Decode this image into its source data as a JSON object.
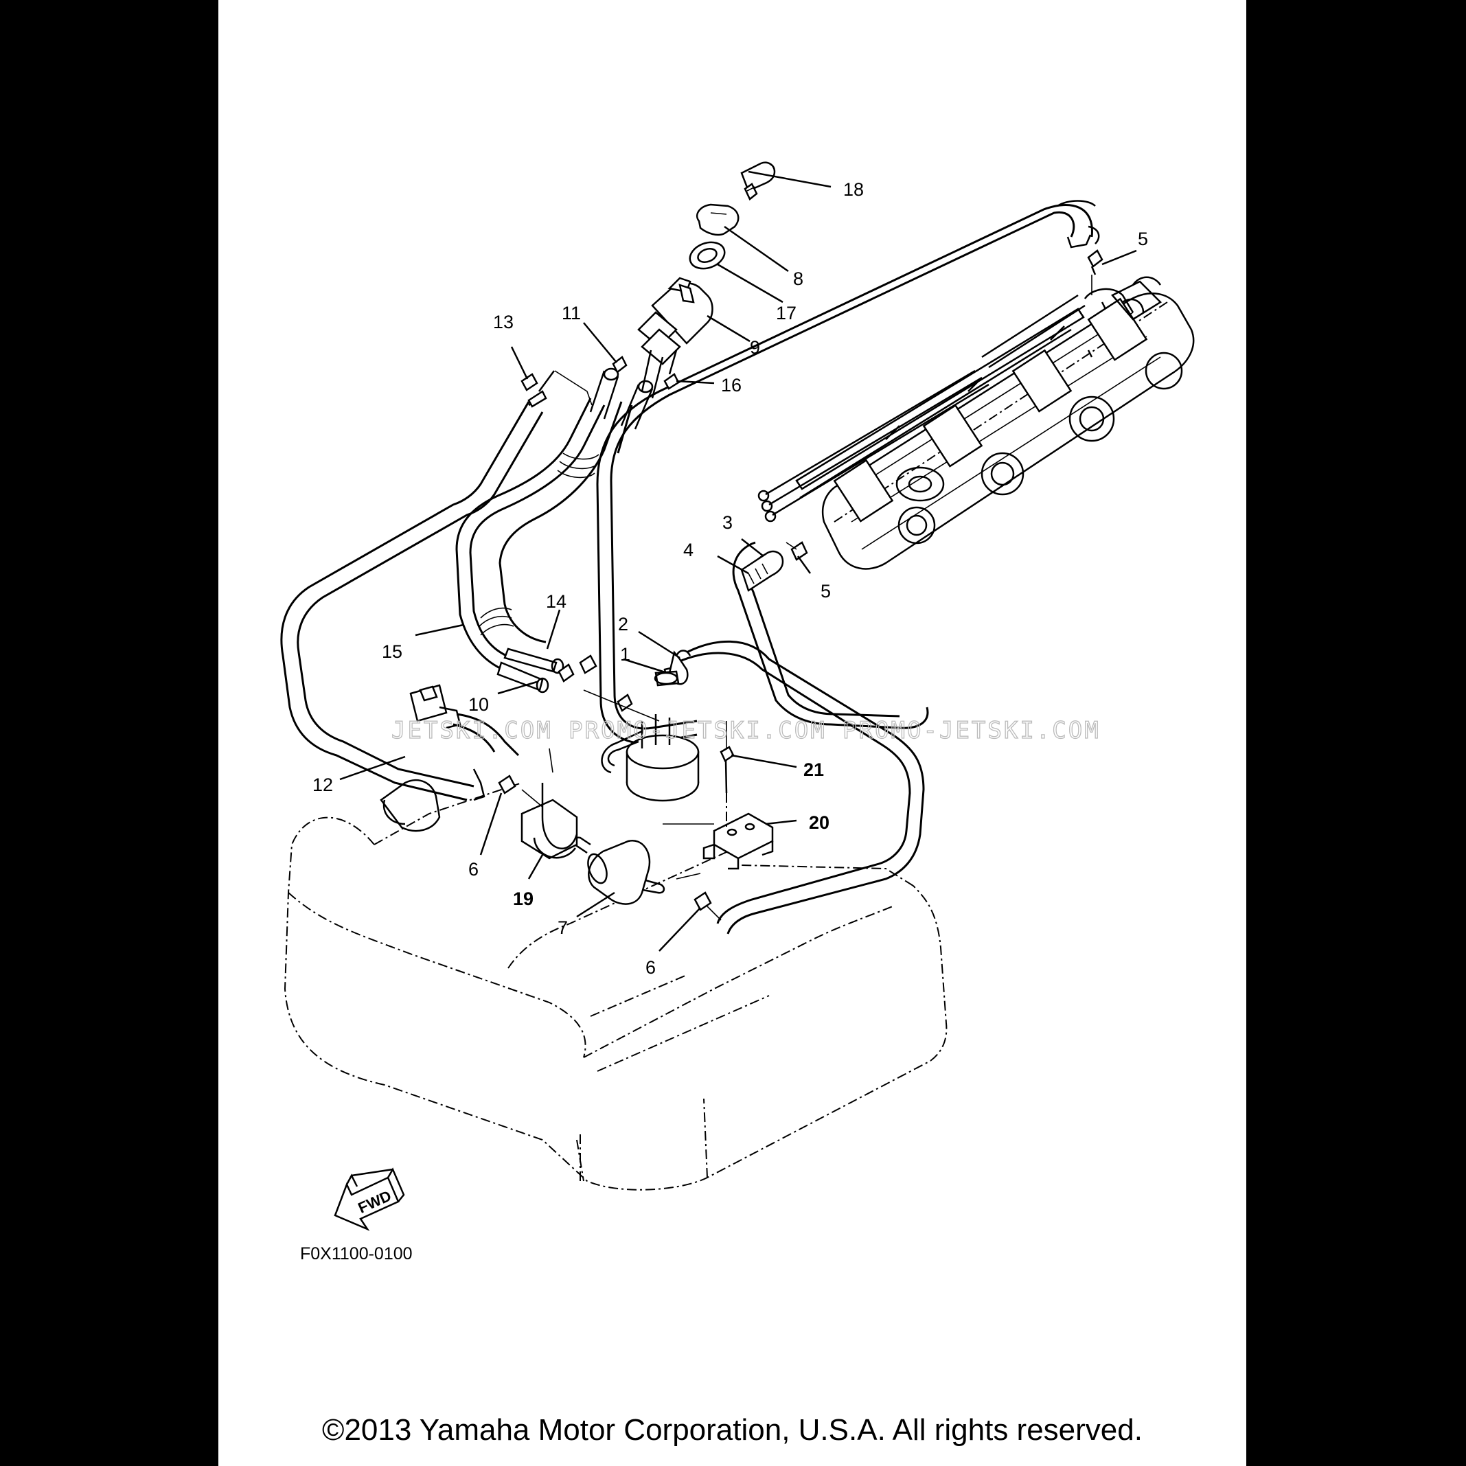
{
  "diagram": {
    "callouts": [
      {
        "id": "1",
        "bold": false
      },
      {
        "id": "2",
        "bold": false
      },
      {
        "id": "3",
        "bold": false
      },
      {
        "id": "4",
        "bold": false
      },
      {
        "id": "5a",
        "label": "5",
        "bold": false
      },
      {
        "id": "5b",
        "label": "5",
        "bold": false
      },
      {
        "id": "6a",
        "label": "6",
        "bold": false
      },
      {
        "id": "6b",
        "label": "6",
        "bold": false
      },
      {
        "id": "7",
        "bold": false
      },
      {
        "id": "8",
        "bold": false
      },
      {
        "id": "9",
        "bold": false
      },
      {
        "id": "10",
        "bold": false
      },
      {
        "id": "11",
        "bold": false
      },
      {
        "id": "12",
        "bold": false
      },
      {
        "id": "13",
        "bold": false
      },
      {
        "id": "14",
        "bold": false
      },
      {
        "id": "15",
        "bold": false
      },
      {
        "id": "16",
        "bold": false
      },
      {
        "id": "17",
        "bold": false
      },
      {
        "id": "18",
        "bold": false
      },
      {
        "id": "19",
        "bold": true
      },
      {
        "id": "20",
        "bold": true
      },
      {
        "id": "21",
        "bold": true
      }
    ],
    "labels": {
      "c1": "1",
      "c2": "2",
      "c3": "3",
      "c4": "4",
      "c5a": "5",
      "c5b": "5",
      "c6a": "6",
      "c6b": "6",
      "c7": "7",
      "c8": "8",
      "c9": "9",
      "c10": "10",
      "c11": "11",
      "c12": "12",
      "c13": "13",
      "c14": "14",
      "c15": "15",
      "c16": "16",
      "c17": "17",
      "c18": "18",
      "c19": "19",
      "c20": "20",
      "c21": "21"
    },
    "fwd_label": "FWD",
    "figure_code": "F0X1100-0100",
    "watermark": "JETSKI.COM  PROMO-JETSKI.COM  PROMO-JETSKI.COM",
    "copyright": "©2013 Yamaha Motor Corporation, U.S.A. All rights reserved."
  },
  "colors": {
    "line": "#000000",
    "background": "#ffffff",
    "margin": "#000000"
  }
}
